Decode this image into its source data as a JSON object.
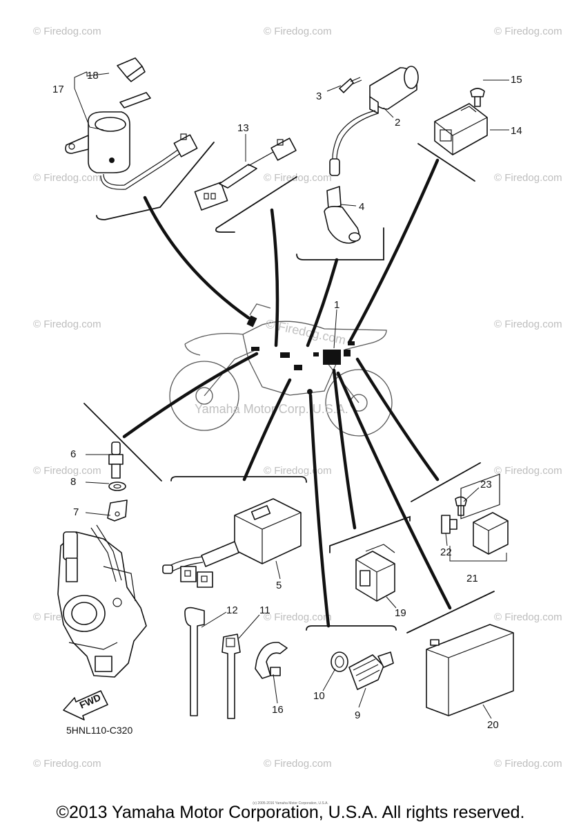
{
  "diagram": {
    "code": "5HNL110-C320",
    "fwd_label": "FWD",
    "watermark": "© Firedog.com",
    "center_watermark": "© Firedog.com",
    "center_text": "Yamaha Motor Corp. U.S.A.",
    "callouts": {
      "c1": "1",
      "c2": "2",
      "c3": "3",
      "c4": "4",
      "c5": "5",
      "c6": "6",
      "c7": "7",
      "c8": "8",
      "c9": "9",
      "c10": "10",
      "c11": "11",
      "c12": "12",
      "c13": "13",
      "c14": "14",
      "c15": "15",
      "c16": "16",
      "c17": "17",
      "c18": "18",
      "c19": "19",
      "c20": "20",
      "c21": "21",
      "c22": "22",
      "c23": "23"
    }
  },
  "footer": {
    "copyright": "©2013 Yamaha Motor Corporation, U.S.A. All rights reserved.",
    "small_print": "(c) 2005-2016 Yamaha Motor Corporation, U.S.A."
  }
}
